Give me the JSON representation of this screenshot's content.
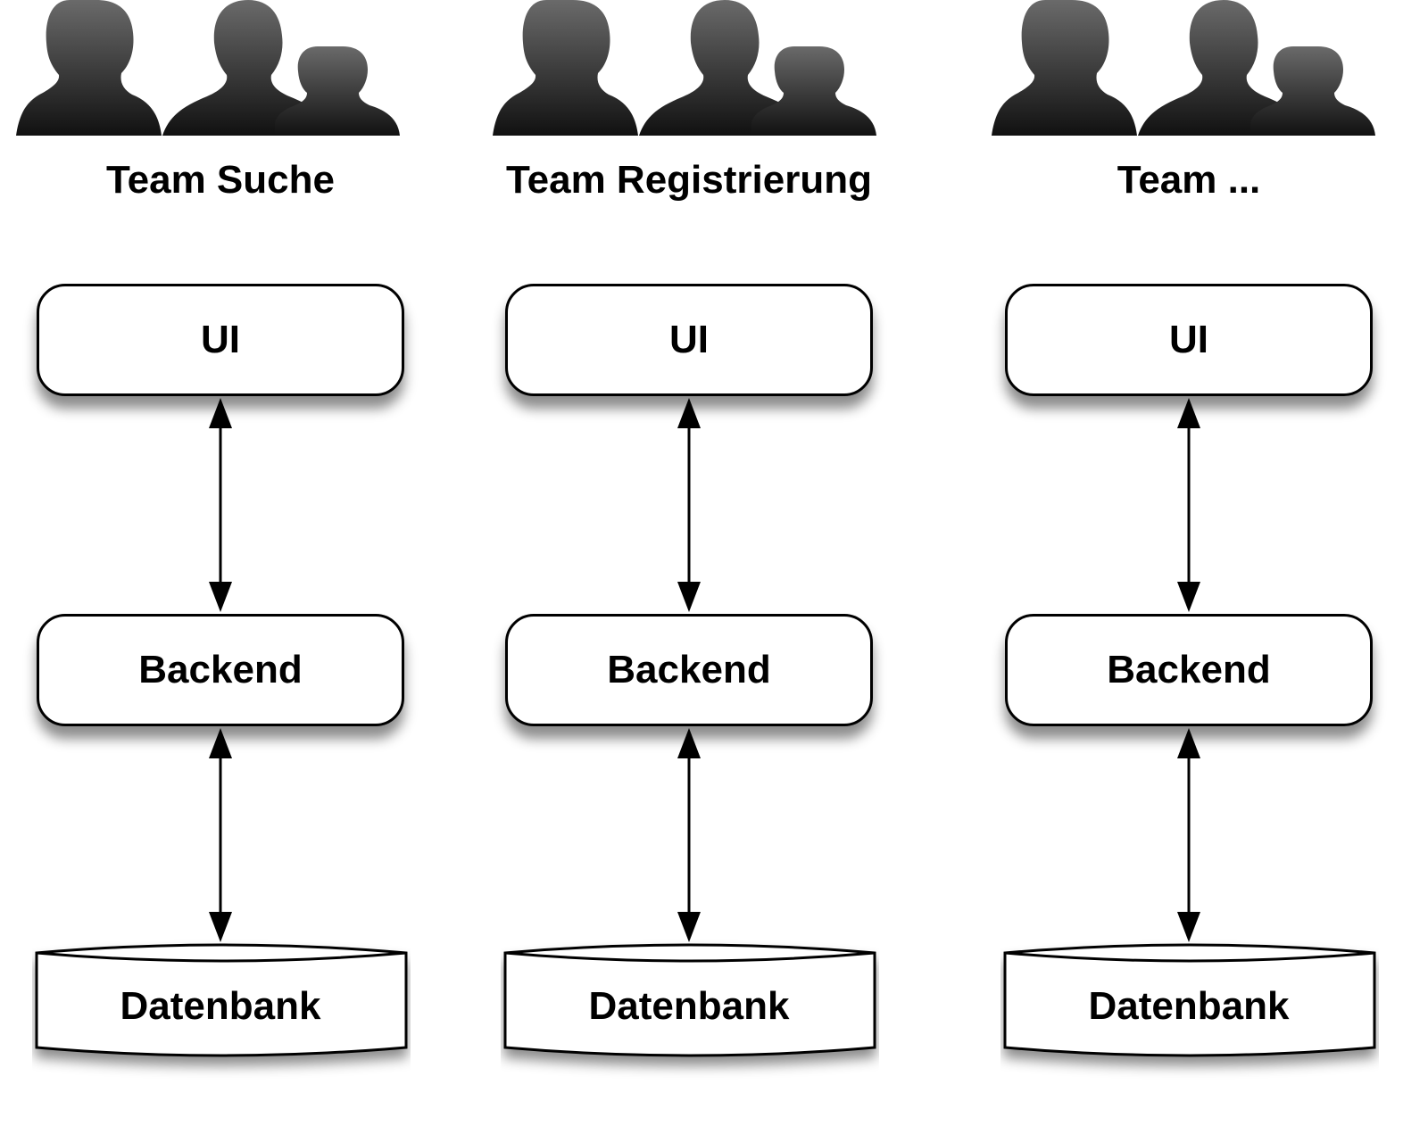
{
  "diagram": {
    "teams": [
      {
        "name": "Team Suche",
        "ui": "UI",
        "backend": "Backend",
        "database": "Datenbank"
      },
      {
        "name": "Team Registrierung",
        "ui": "UI",
        "backend": "Backend",
        "database": "Datenbank"
      },
      {
        "name": "Team ...",
        "ui": "UI",
        "backend": "Backend",
        "database": "Datenbank"
      }
    ],
    "colors": {
      "line": "#000000",
      "node_fill": "#ffffff",
      "silhouette_dark": "#111111",
      "silhouette_light": "#6a6a6a"
    },
    "icons": [
      "team-silhouette-icon",
      "bidirectional-arrow-icon",
      "database-cylinder-icon"
    ]
  }
}
